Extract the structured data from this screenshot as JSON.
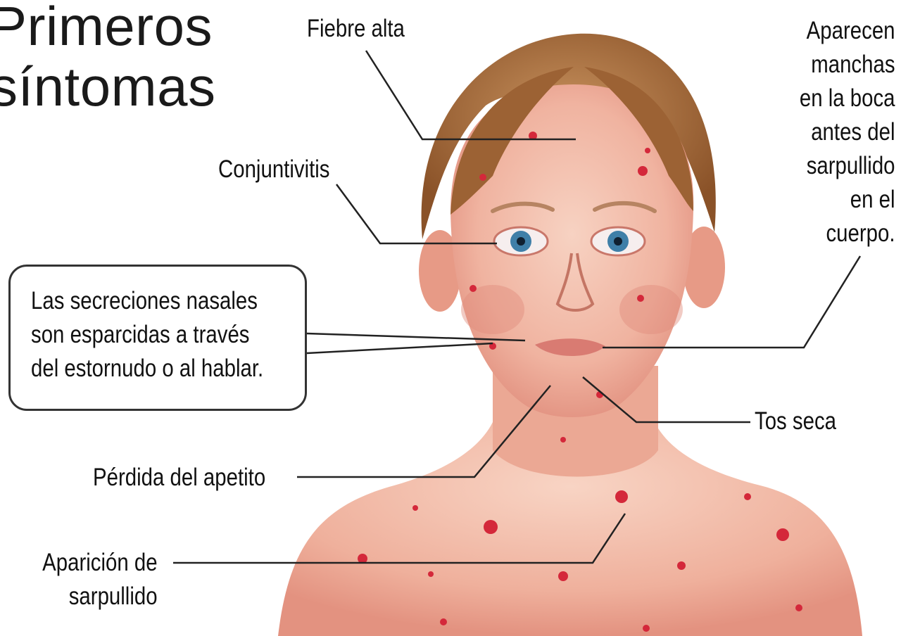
{
  "title": {
    "line1": "Primeros",
    "line2": "síntomas"
  },
  "labels": {
    "fiebre": "Fiebre alta",
    "conjuntivitis": "Conjuntivitis",
    "manchas": [
      "Aparecen",
      "manchas",
      "en la boca",
      "antes del",
      "sarpullido",
      "en el",
      "cuerpo."
    ],
    "secreciones": [
      "Las secreciones nasales",
      "son esparcidas a través",
      "del estornudo o al hablar."
    ],
    "tos": "Tos seca",
    "apetito": "Pérdida del apetito",
    "sarpullido": [
      "Aparición de",
      "sarpullido"
    ]
  },
  "colors": {
    "skin": "#f2b9a6",
    "skin_shadow": "#e48f7f",
    "hair": "#a66a3c",
    "rash_spot": "#d4283a",
    "iris": "#3f7fa8",
    "leader_line": "#222222"
  }
}
